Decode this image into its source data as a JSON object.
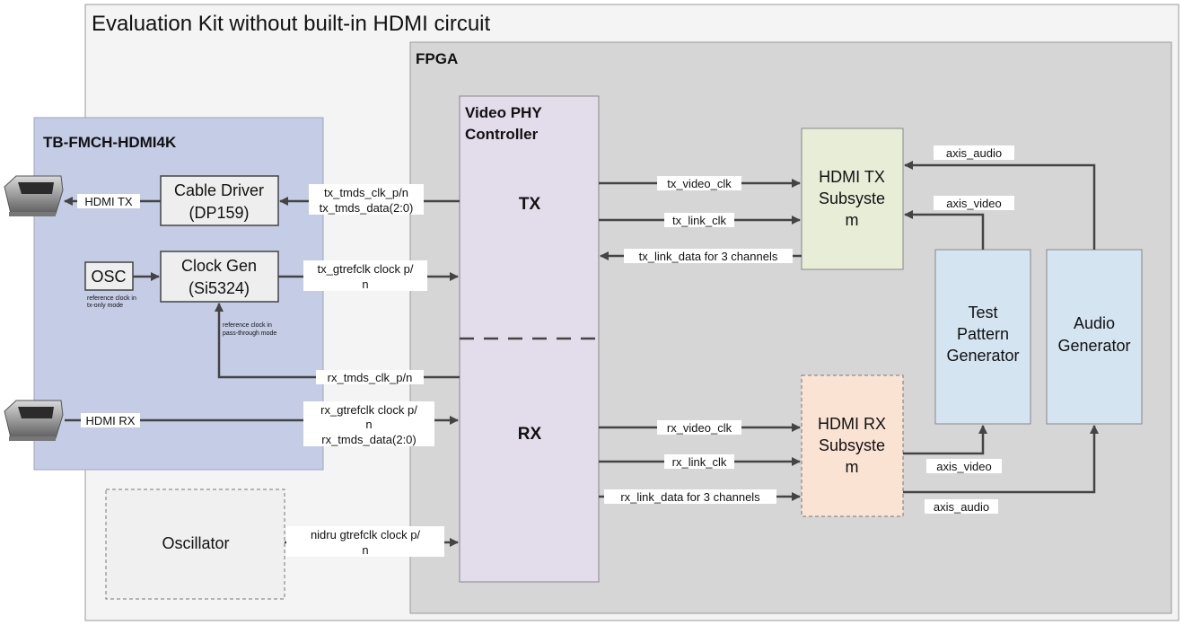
{
  "title": "Evaluation Kit without built-in HDMI circuit",
  "fpga": {
    "label": "FPGA"
  },
  "card": {
    "label": "TB-FMCH-HDMI4K"
  },
  "blocks": {
    "cable_driver": [
      "Cable Driver",
      "(DP159)"
    ],
    "clock_gen": [
      "Clock Gen",
      "(Si5324)"
    ],
    "osc": "OSC",
    "osc_note": [
      "reference clock in",
      "tx-only mode"
    ],
    "passthrough_note": [
      "reference clock in",
      "pass-through mode"
    ],
    "oscillator": "Oscillator",
    "vphy": [
      "Video PHY",
      "Controller"
    ],
    "vphy_tx": "TX",
    "vphy_rx": "RX",
    "hdmi_tx_ss": [
      "HDMI TX",
      "Subsyste",
      "m"
    ],
    "hdmi_rx_ss": [
      "HDMI RX",
      "Subsyste",
      "m"
    ],
    "tpg": [
      "Test",
      "Pattern",
      "Generator"
    ],
    "audio_gen": [
      "Audio",
      "Generator"
    ]
  },
  "connectors": {
    "hdmi_tx": "HDMI TX",
    "hdmi_rx": "HDMI RX"
  },
  "signals": {
    "tx_tmds": [
      "tx_tmds_clk_p/n",
      "tx_tmds_data(2:0)"
    ],
    "tx_gtrefclk": [
      "tx_gtrefclk clock p/",
      "n"
    ],
    "rx_tmds_clk": "rx_tmds_clk_p/n",
    "rx_gtrefclk": [
      "rx_gtrefclk clock p/",
      "n",
      "rx_tmds_data(2:0)"
    ],
    "nidru": [
      "nidru gtrefclk clock p/",
      "n"
    ],
    "tx_video_clk": "tx_video_clk",
    "tx_link_clk": "tx_link_clk",
    "tx_link_data": "tx_link_data for 3 channels",
    "rx_video_clk": "rx_video_clk",
    "rx_link_clk": "rx_link_clk",
    "rx_link_data": "rx_link_data for 3 channels",
    "axis_audio_tx": "axis_audio",
    "axis_video_tx": "axis_video",
    "axis_video_rx": "axis_video",
    "axis_audio_rx": "axis_audio"
  },
  "colors": {
    "fpga_fill": "#d6d6d6",
    "card_fill": "#c5cde6",
    "vphy_fill": "#e3dcea",
    "tx_ss_fill": "#e8edd8",
    "rx_ss_fill": "#fbe3d4",
    "gen_fill": "#d4e4f1",
    "arrow": "#444444"
  }
}
